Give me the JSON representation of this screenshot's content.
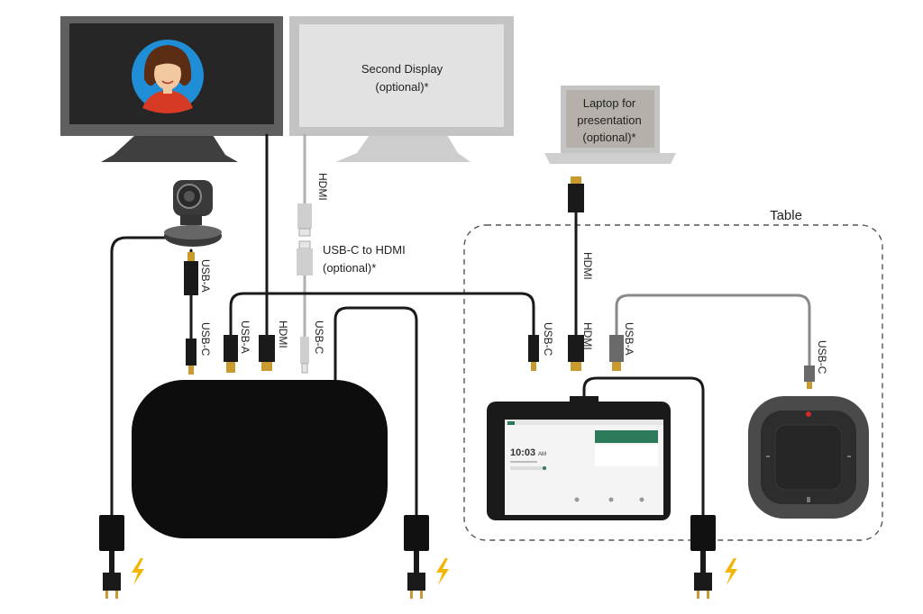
{
  "labels": {
    "second_display_l1": "Second Display",
    "second_display_l2": "(optional)*",
    "laptop_l1": "Laptop for",
    "laptop_l2": "presentation",
    "laptop_l3": "(optional)*",
    "table": "Table",
    "hdmi_v1": "HDMI",
    "usbc_hdmi_l1": "USB-C to HDMI",
    "usbc_hdmi_l2": "(optional)*",
    "camera_usba": "USB-A",
    "hub_usbc_1": "USB-C",
    "hub_usba": "USB-A",
    "hub_hdmi": "HDMI",
    "hub_usbc_2": "USB-C",
    "laptop_hdmi": "HDMI",
    "tablet_usbc": "USB-C",
    "tablet_hdmi": "HDMI",
    "tablet_usba": "USB-A",
    "speaker_usbc": "USB-C"
  },
  "tablet_screen": {
    "time": "10:03",
    "ampm": "AM"
  },
  "colors": {
    "cable": "#1a1a1a",
    "cable_grey": "#8a8a8a",
    "gold": "#c99a2e",
    "bolt": "#f2b705",
    "monitor_dark": "#5f5f5f",
    "monitor_light": "#cfcfcf",
    "avatar_bg": "#1f8ed6"
  },
  "icons": [
    "person-avatar-icon",
    "lightning-bolt-icon",
    "camera-icon",
    "speakerphone-icon"
  ]
}
